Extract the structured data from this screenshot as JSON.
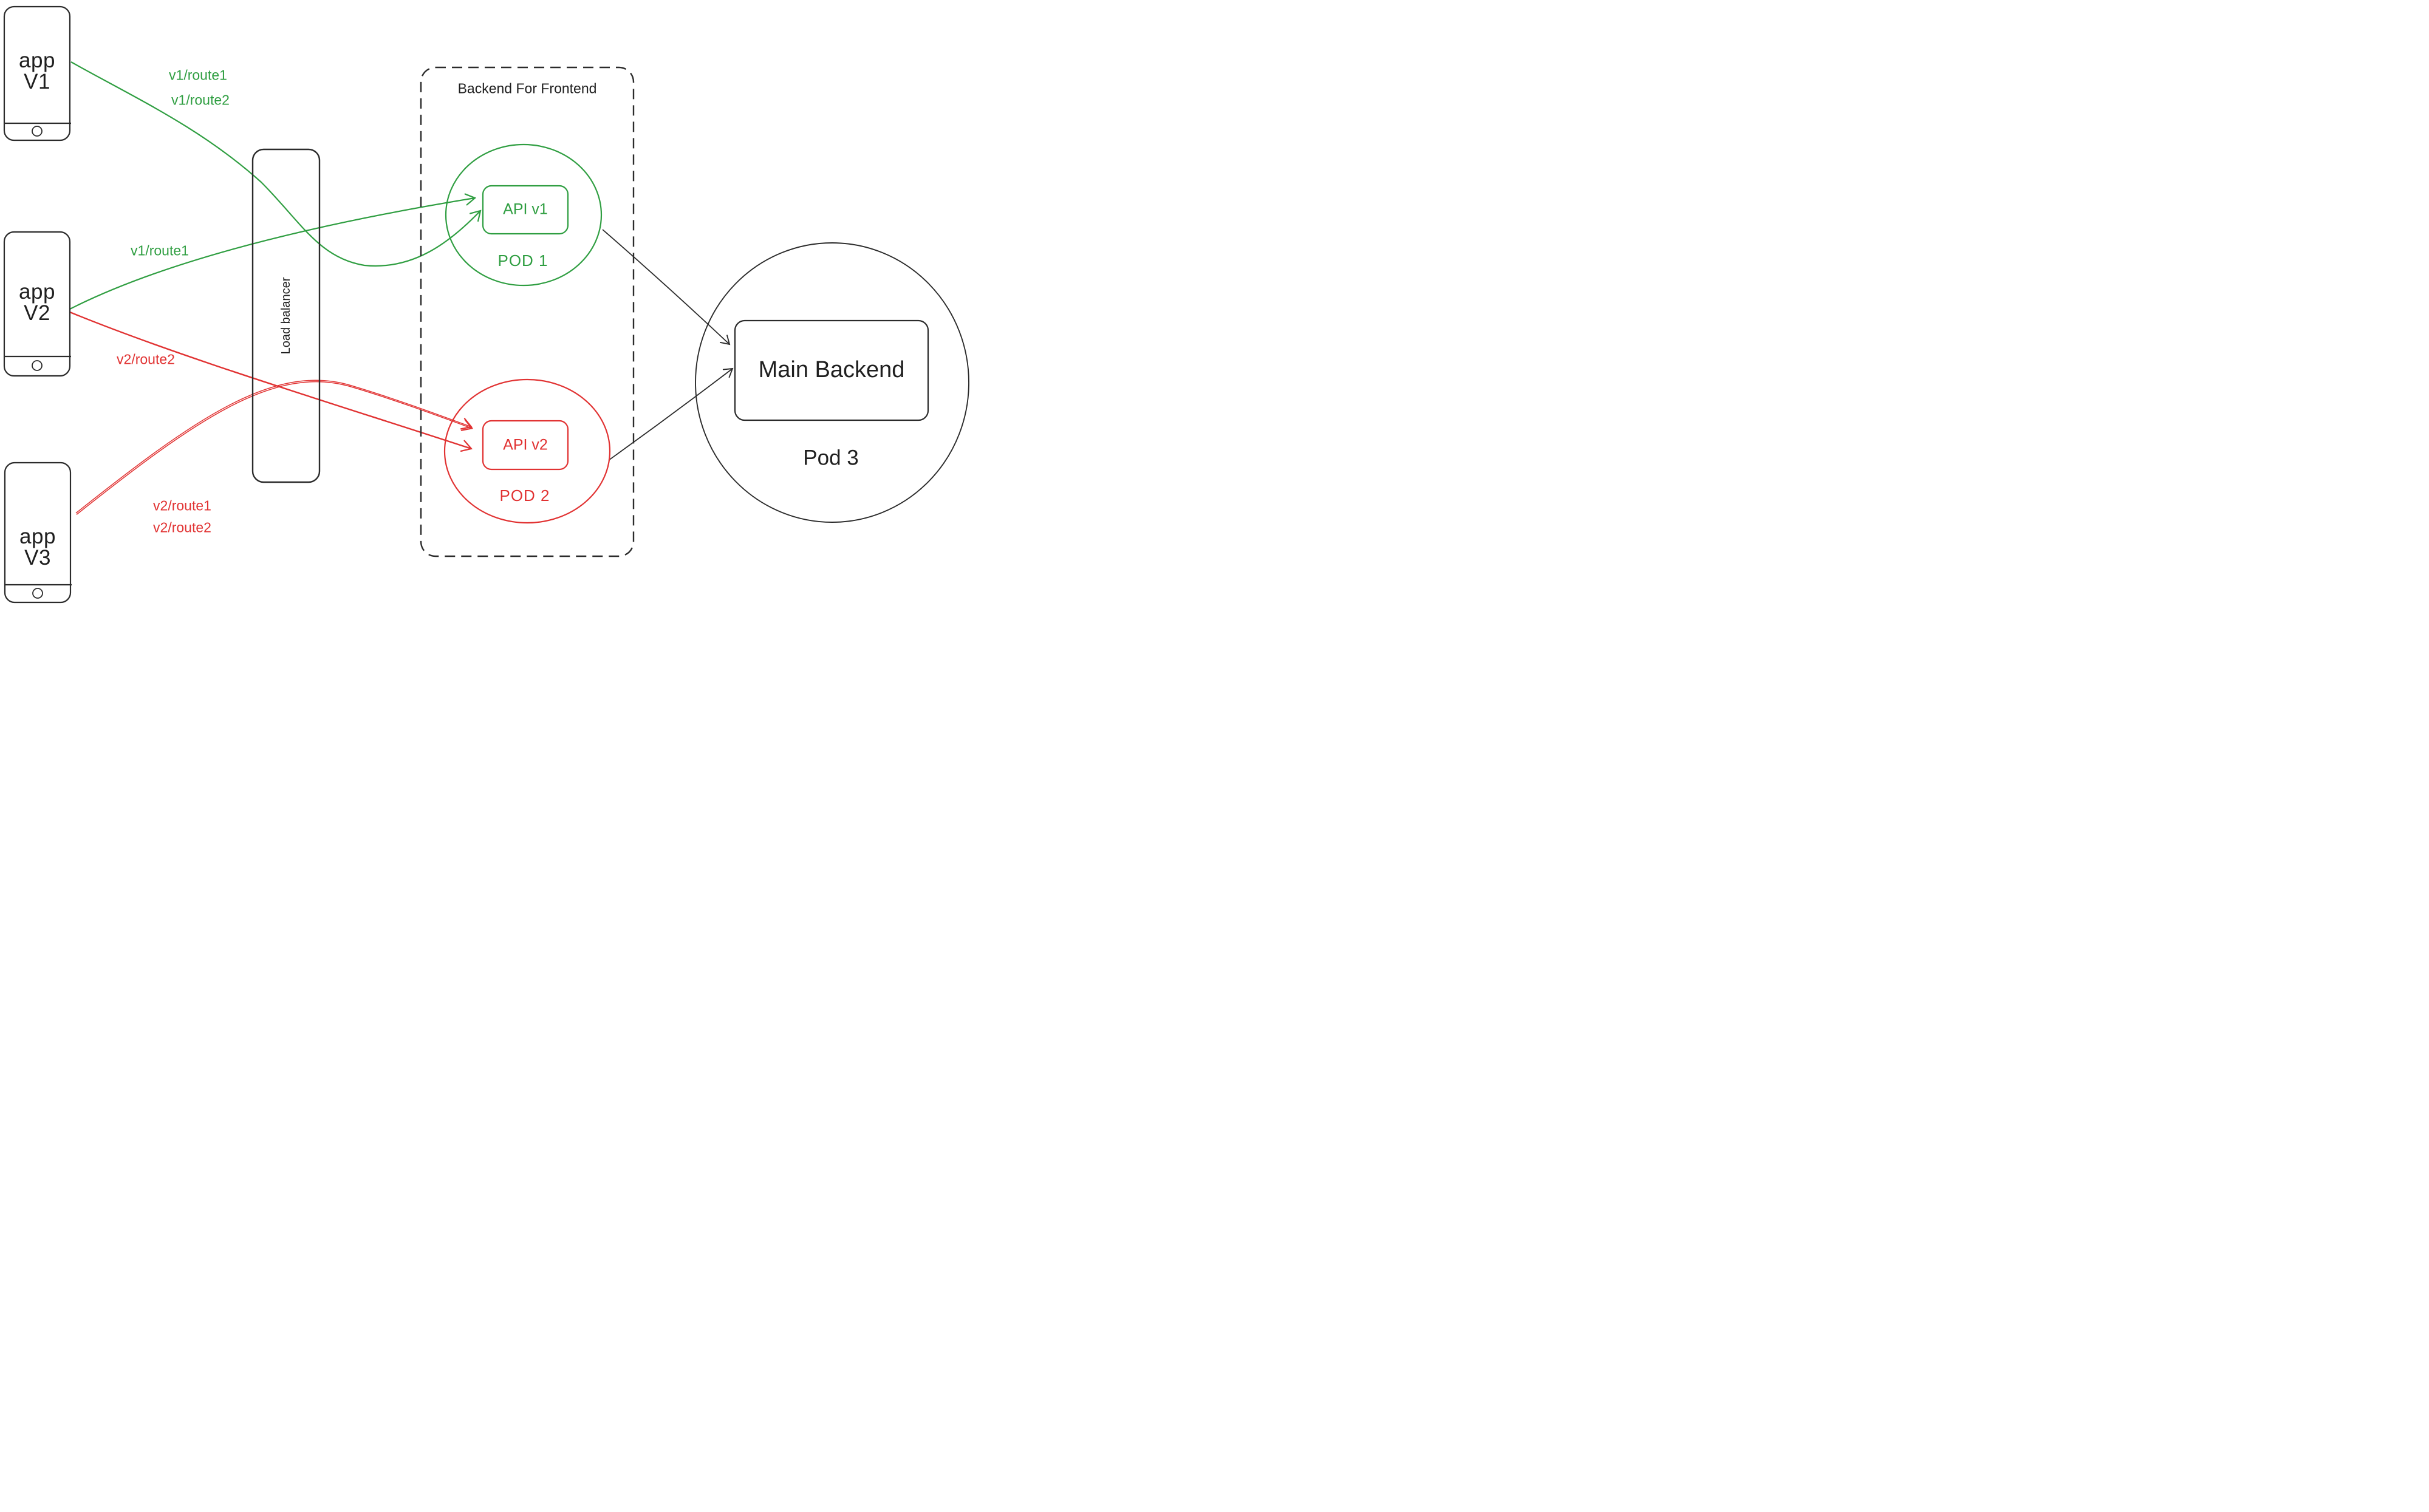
{
  "diagram": {
    "colors": {
      "green": "#2f9e41",
      "red": "#e13232",
      "ink": "#2b2b2b"
    },
    "clients": [
      {
        "name": "app V1",
        "line1": "app",
        "line2": "V1"
      },
      {
        "name": "app V2",
        "line1": "app",
        "line2": "V2"
      },
      {
        "name": "app V3",
        "line1": "app",
        "line2": "V3"
      }
    ],
    "route_labels": [
      {
        "text": "v1/route1",
        "color": "green",
        "from": "app V1"
      },
      {
        "text": "v1/route2",
        "color": "green",
        "from": "app V1"
      },
      {
        "text": "v1/route1",
        "color": "green",
        "from": "app V2"
      },
      {
        "text": "v2/route2",
        "color": "red",
        "from": "app V2"
      },
      {
        "text": "v2/route1",
        "color": "red",
        "from": "app V3"
      },
      {
        "text": "v2/route2",
        "color": "red",
        "from": "app V3"
      }
    ],
    "load_balancer": {
      "label": "Load balancer"
    },
    "bff": {
      "title": "Backend For Frontend",
      "pod1": {
        "api": "API v1",
        "pod": "POD 1"
      },
      "pod2": {
        "api": "API v2",
        "pod": "POD 2"
      }
    },
    "backend": {
      "box": "Main Backend",
      "pod": "Pod 3"
    }
  }
}
